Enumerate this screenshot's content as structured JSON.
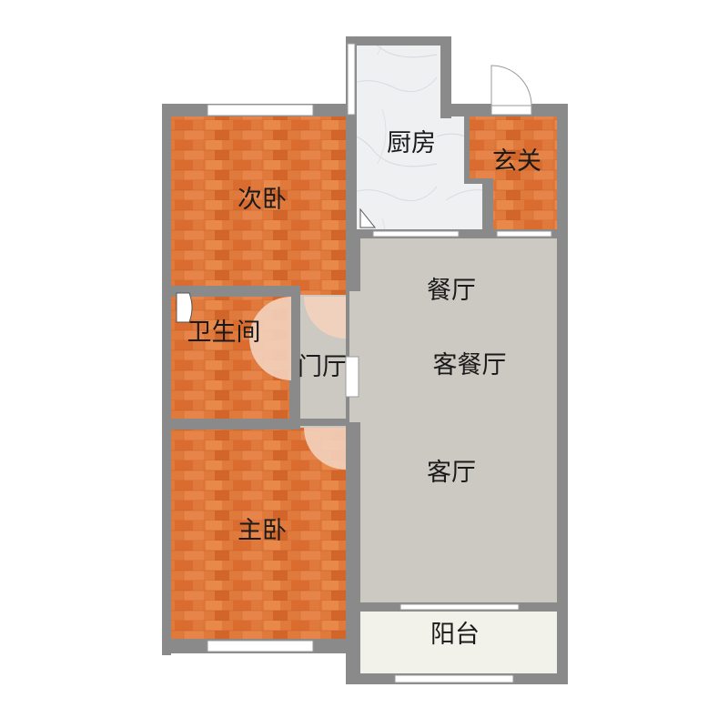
{
  "rooms": {
    "bedroom2": "次卧",
    "kitchen": "厨房",
    "entrance": "玄关",
    "dining": "餐厅",
    "living_dining": "客餐厅",
    "bathroom": "卫生间",
    "foyer": "门厅",
    "living": "客厅",
    "master_bedroom": "主卧",
    "balcony": "阳台"
  },
  "colors": {
    "wall": "#8a8a8a",
    "wood": "#e07a3c",
    "wood_dark": "#c95e22",
    "tile": "#ccc9c2",
    "kitchen_tile": "#eef0f2",
    "balcony": "#f2f1ea",
    "window": "#ffffff"
  }
}
